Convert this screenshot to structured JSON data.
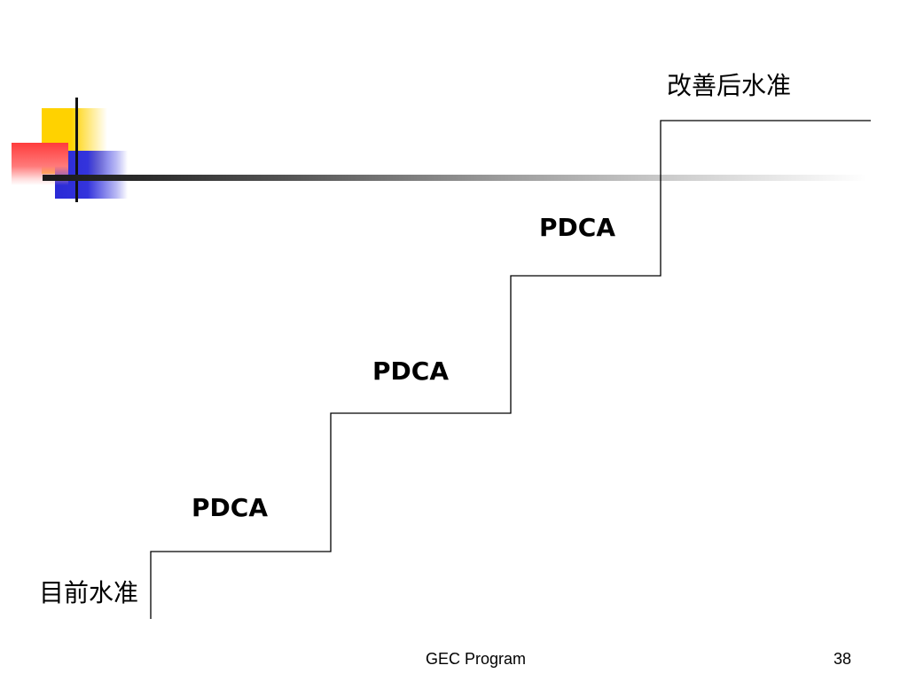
{
  "diagram": {
    "current_level": "目前水准",
    "improved_level": "改善后水准",
    "steps": [
      {
        "label": "PDCA"
      },
      {
        "label": "PDCA"
      },
      {
        "label": "PDCA"
      }
    ]
  },
  "footer": {
    "title": "GEC Program",
    "page_number": "38"
  }
}
